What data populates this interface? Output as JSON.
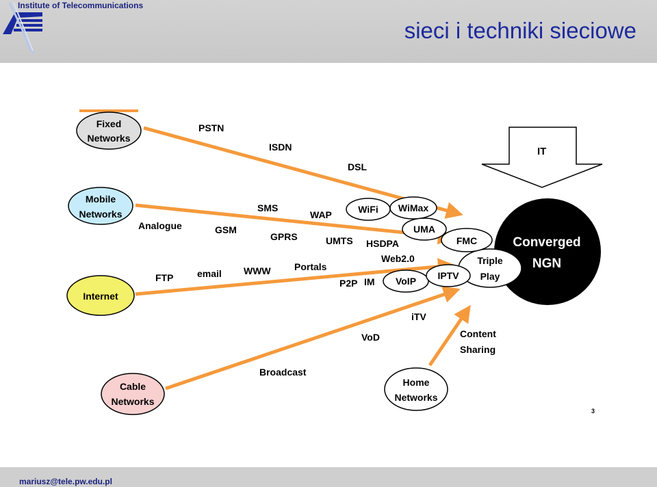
{
  "header": {
    "institute": "Institute of Telecommunications",
    "title": "sieci i techniki sieciowe"
  },
  "footer": {
    "email": "mariusz@tele.pw.edu.pl"
  },
  "page_number": "3",
  "colors": {
    "arrow": "#f59a3c",
    "fixed": "#dedede",
    "mobile": "#c6ecfb",
    "internet": "#f3f06a",
    "cable": "#f9d0d0",
    "header_text": "#1c2a9c"
  },
  "nodes": {
    "fixed": [
      "Fixed",
      "Networks"
    ],
    "mobile": [
      "Mobile",
      "Networks"
    ],
    "internet": "Internet",
    "cable": [
      "Cable",
      "Networks"
    ],
    "home": [
      "Home",
      "Networks"
    ],
    "converged": [
      "Converged",
      "NGN"
    ],
    "triple": [
      "Triple",
      "Play"
    ],
    "wifi": "WiFi",
    "wimax": "WiMax",
    "uma": "UMA",
    "fmc": "FMC",
    "voip": "VoIP",
    "iptv": "IPTV",
    "it": "IT"
  },
  "labels": {
    "pstn": "PSTN",
    "isdn": "ISDN",
    "dsl": "DSL",
    "sms": "SMS",
    "wap": "WAP",
    "analogue": "Analogue",
    "gsm": "GSM",
    "gprs": "GPRS",
    "umts": "UMTS",
    "hsdpa": "HSDPA",
    "web20": "Web2.0",
    "ftp": "FTP",
    "email": "email",
    "www": "WWW",
    "portals": "Portals",
    "p2p": "P2P",
    "im": "IM",
    "itv": "iTV",
    "vod": "VoD",
    "broadcast": "Broadcast",
    "content": "Content",
    "sharing": "Sharing"
  }
}
